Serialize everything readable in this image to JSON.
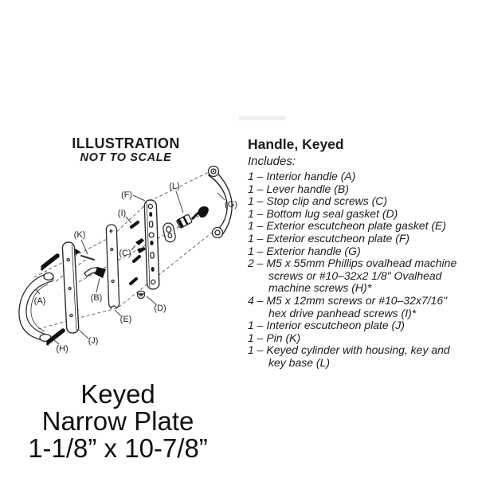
{
  "illustration_header": {
    "title": "ILLUSTRATION",
    "subtitle": "NOT TO SCALE"
  },
  "parts_panel": {
    "title": "Handle, Keyed",
    "includes_label": "Includes:",
    "items": [
      "1 – Interior handle (A)",
      "1 – Lever handle (B)",
      "1 – Stop clip and screws (C)",
      "1 – Bottom lug seal gasket (D)",
      "1 – Exterior escutcheon plate gasket (E)",
      "1 – Exterior escutcheon plate (F)",
      "1 – Exterior handle (G)",
      "2 – M5 x 55mm Phillips ovalhead machine\nscrews or #10–32x2 1/8\" Ovalhead\nmachine screws (H)*",
      "4 – M5 x 12mm screws or #10–32x7/16\"\nhex drive panhead screws (I)*",
      "1 – Interior escutcheon plate (J)",
      "1 – Pin (K)",
      "1 – Keyed cylinder with housing, key and\nkey base (L)"
    ]
  },
  "diagram": {
    "labels": {
      "A": "(A)",
      "B": "(B)",
      "C": "(C)",
      "D": "(D)",
      "E": "(E)",
      "F": "(F)",
      "G": "(G)",
      "H": "(H)",
      "I": "(I)",
      "J": "(J)",
      "K": "(K)",
      "L": "(L)"
    },
    "ink_color": "#2b2b2b"
  },
  "caption": {
    "line1": "Keyed",
    "line2": "Narrow Plate",
    "line3": "1-1/8” x 10-7/8”"
  }
}
